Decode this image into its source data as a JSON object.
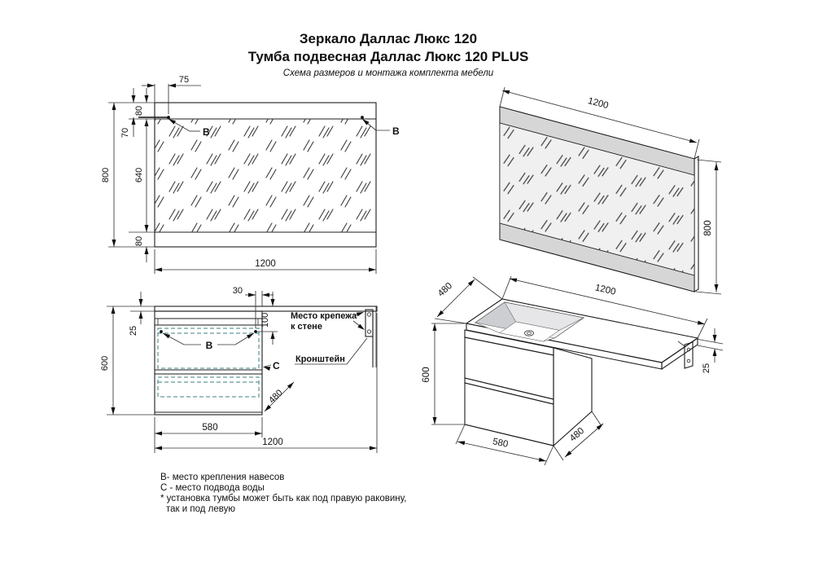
{
  "title": {
    "line1": "Зеркало Даллас Люкс 120",
    "line2": "Тумба подвесная Даллас Люкс 120 PLUS",
    "subtitle": "Схема размеров и монтажа комплекта мебели"
  },
  "mirror_front": {
    "dim_mount_offset_x": "75",
    "dim_top_band": "80",
    "dim_mount_offset_y": "70",
    "dim_height": "800",
    "dim_glass": "640",
    "dim_bottom_band": "80",
    "dim_width": "1200",
    "label_mount_left": "В",
    "label_mount_right": "В"
  },
  "cabinet_front": {
    "dim_countertop_thickness": "25",
    "dim_height": "600",
    "dim_mount_inset": "30",
    "dim_mount_depth": "100",
    "dim_depth_diagonal": "480",
    "dim_cabinet_width": "580",
    "dim_total_width": "1200",
    "label_mount": "В",
    "label_water": "С",
    "wall_mount_line1": "Место крепежа",
    "wall_mount_line2": "к стене",
    "bracket_label": "Кронштейн"
  },
  "mirror_perspective": {
    "dim_width": "1200",
    "dim_height": "800"
  },
  "vanity_perspective": {
    "dim_depth_top": "480",
    "dim_width": "1200",
    "dim_countertop_thickness": "25",
    "dim_height": "600",
    "dim_cabinet_width": "580",
    "dim_depth_bottom": "480"
  },
  "notes": {
    "line1": "В- место крепления навесов",
    "line2": "С - место подвода воды",
    "line3": "* установка тумбы может быть как под правую раковину,",
    "line4": "так и под левую"
  },
  "colors": {
    "line": "#1c1c1c",
    "hidden_dashed": "#3f7f7f",
    "band_gray": "#d6d6d6",
    "glass_gray": "#f0f0f0",
    "side_gray": "#cbccd0",
    "front_face": "#f5f5f7"
  }
}
